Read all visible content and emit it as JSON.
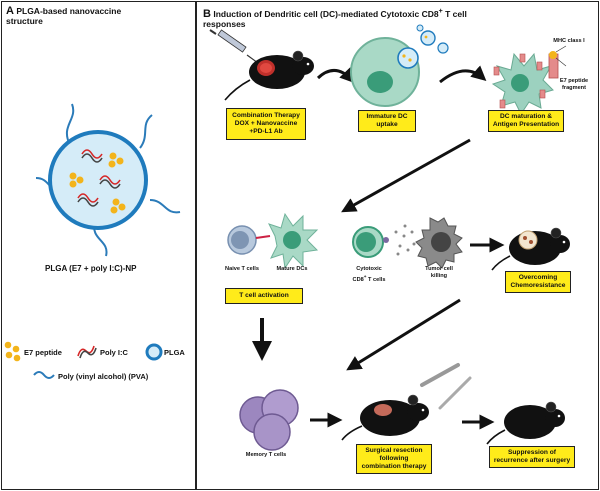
{
  "panel_a": {
    "letter": "A",
    "title_1": "PLGA-based nanovaccine",
    "title_2": "structure",
    "np_label": "PLGA (E7 + poly I:C)-NP",
    "legend": {
      "e7": "E7 peptide",
      "polyic": "Poly I:C",
      "plga": "PLGA",
      "pva": "Poly (vinyl alcohol) (PVA)"
    }
  },
  "panel_b": {
    "letter": "B",
    "title_1": "Induction of Dendritic cell (DC)-mediated Cytotoxic CD8",
    "title_sup": "+",
    "title_2": " T cell",
    "title_3": "responses",
    "mhc_label": "MHC class I",
    "e7_fragment_1": "E7 peptide",
    "e7_fragment_2": "fragment",
    "naive_t": "Naive T cells",
    "mature_dc": "Mature DCs",
    "cytotoxic_1": "Cytotoxic",
    "cytotoxic_2": "CD8",
    "cytotoxic_sup": "+",
    "cytotoxic_3": " T cells",
    "tumor_1": "Tumor cell",
    "tumor_2": "killing",
    "memory_t": "Memory T cells"
  },
  "boxes": {
    "combo_1": "Combination Therapy",
    "combo_2": "DOX + Nanovaccine",
    "combo_3": "+PD-L1 Ab",
    "immature_1": "Immature DC",
    "immature_2": "uptake",
    "dcmat_1": "DC maturation &",
    "dcmat_2": "Antigen Presentation",
    "tact": "T cell activation",
    "over_1": "Overcoming",
    "over_2": "Chemoresistance",
    "surg_1": "Surgical resection",
    "surg_2": "following",
    "surg_3": "combination therapy",
    "supp_1": "Suppression of",
    "supp_2": "recurrence after surgery"
  },
  "colors": {
    "box_yellow": "#ffeb1a",
    "np_blue": "#1f7bbd",
    "np_fill": "#cde9f7",
    "dc_green": "#8ec7b0",
    "mouse": "#111111",
    "tumor_grey": "#8a8a8a",
    "memory_purple": "#9c87bf"
  },
  "icons": [
    "syringe-icon",
    "mouse-icon",
    "dendritic-cell-icon",
    "t-cell-icon",
    "tumor-cell-icon",
    "scalpel-icon"
  ]
}
